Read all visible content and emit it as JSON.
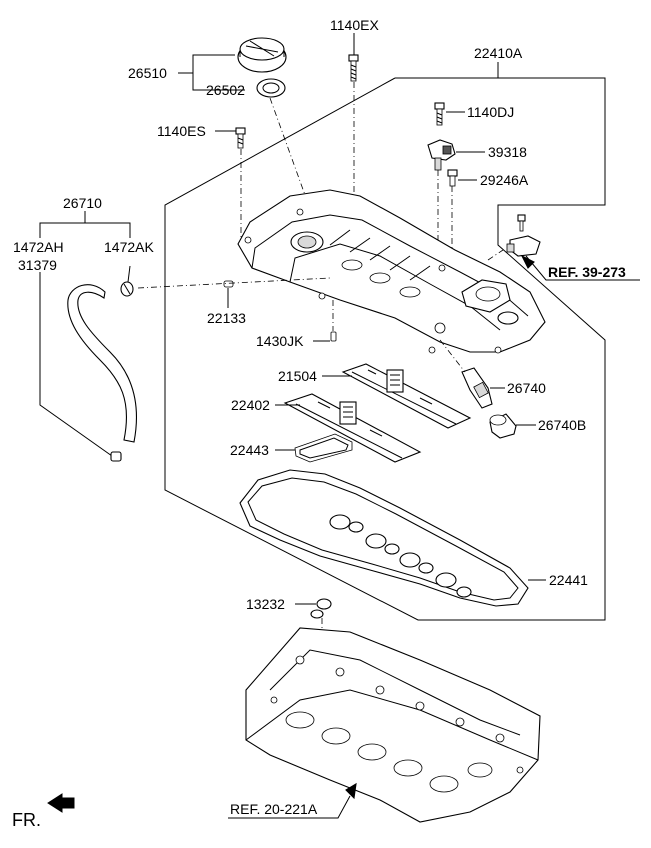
{
  "labels": {
    "p26510": "26510",
    "p26502": "26502",
    "p1140EX": "1140EX",
    "p22410A": "22410A",
    "p1140DJ": "1140DJ",
    "p1140ES": "1140ES",
    "p39318": "39318",
    "p29246A": "29246A",
    "p26710": "26710",
    "p1472AH": "1472AH",
    "p31379": "31379",
    "p1472AK": "1472AK",
    "p22133": "22133",
    "p1430JK": "1430JK",
    "p21504": "21504",
    "p26740": "26740",
    "p22402": "22402",
    "p26740B": "26740B",
    "p22443": "22443",
    "p22441": "22441",
    "p13232": "13232"
  },
  "refs": {
    "ref_39_273": "REF. 39-273",
    "ref_20_221A": "REF. 20-221A"
  },
  "fr": "FR."
}
